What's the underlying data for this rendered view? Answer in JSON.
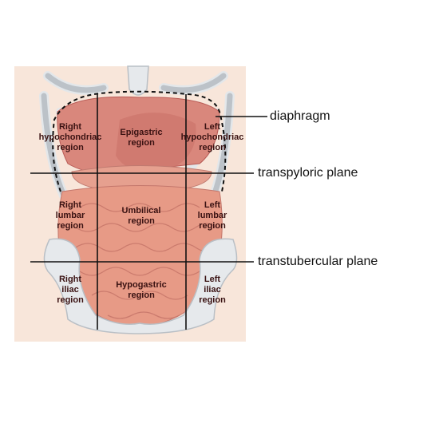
{
  "regions": {
    "right_hypochondriac": [
      "Right",
      "hypochondriac",
      "region"
    ],
    "epigastric": [
      "Epigastric",
      "region"
    ],
    "left_hypochondriac": [
      "Left",
      "hypochondriac",
      "region"
    ],
    "right_lumbar": [
      "Right",
      "lumbar",
      "region"
    ],
    "umbilical": [
      "Umbilical",
      "region"
    ],
    "left_lumbar": [
      "Left",
      "lumbar",
      "region"
    ],
    "right_iliac": [
      "Right",
      "iliac",
      "region"
    ],
    "hypogastric": [
      "Hypogastric",
      "region"
    ],
    "left_iliac": [
      "Left",
      "iliac",
      "region"
    ]
  },
  "callouts": {
    "diaphragm": "diaphragm",
    "transpyloric": "transpyloric plane",
    "transtubercular": "transtubercular plane"
  },
  "colors": {
    "skin": "#f7e3d6",
    "bone": "#e6e9ec",
    "bone_stroke": "#b9bfc5",
    "organ": "#d98a80",
    "organ_dark": "#b85a55",
    "line": "#111111"
  }
}
